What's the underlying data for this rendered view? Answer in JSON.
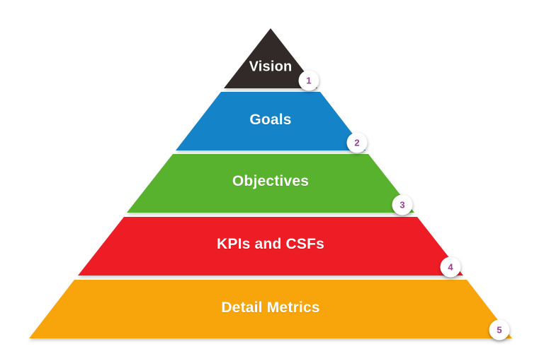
{
  "diagram": {
    "type": "pyramid",
    "text_color": "#FFFFFF",
    "badge_style": {
      "background": "#FFFFFF",
      "number_color": "#9C3C97"
    },
    "levels": [
      {
        "label": "Vision",
        "badge": "1",
        "color": "#322A28"
      },
      {
        "label": "Goals",
        "badge": "2",
        "color": "#1583C8"
      },
      {
        "label": "Objectives",
        "badge": "3",
        "color": "#59B22E"
      },
      {
        "label": "KPIs and CSFs",
        "badge": "4",
        "color": "#EE1C25"
      },
      {
        "label": "Detail Metrics",
        "badge": "5",
        "color": "#F8A50C"
      }
    ]
  }
}
